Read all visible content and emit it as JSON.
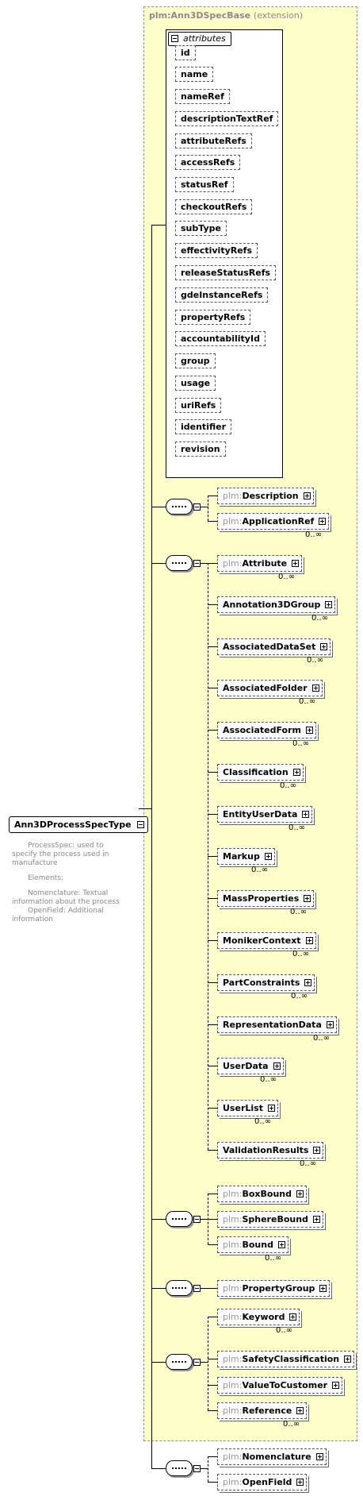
{
  "base": {
    "prefix": "plm:",
    "name": "Ann3DSpecBase",
    "suffix": "(extension)"
  },
  "attributes_label": "attributes",
  "attributes": [
    "id",
    "name",
    "nameRef",
    "descriptionTextRef",
    "attributeRefs",
    "accessRefs",
    "statusRef",
    "checkoutRefs",
    "subType",
    "effectivityRefs",
    "releaseStatusRefs",
    "gdeInstanceRefs",
    "propertyRefs",
    "accountabilityId",
    "group",
    "usage",
    "uriRefs",
    "identifier",
    "revision"
  ],
  "root": {
    "name": "Ann3DProcessSpecType"
  },
  "doc": {
    "processspec": "ProcessSpec: used to specify the process used in manufacture",
    "elements": "Elements:",
    "nomenclature": "Nomenclature: Textual information about the process",
    "openfield": "OpenField: Additional information"
  },
  "seq1": [
    {
      "prefix": "plm:",
      "name": "Description",
      "occ": ""
    },
    {
      "prefix": "plm:",
      "name": "ApplicationRef",
      "occ": "0..∞"
    }
  ],
  "seq2": [
    {
      "prefix": "plm:",
      "name": "Attribute",
      "occ": "0..∞"
    },
    {
      "prefix": "",
      "name": "Annotation3DGroup",
      "occ": "0..∞"
    },
    {
      "prefix": "",
      "name": "AssociatedDataSet",
      "occ": "0..∞"
    },
    {
      "prefix": "",
      "name": "AssociatedFolder",
      "occ": "0..∞"
    },
    {
      "prefix": "",
      "name": "AssociatedForm",
      "occ": "0..∞"
    },
    {
      "prefix": "",
      "name": "Classification",
      "occ": "0..∞"
    },
    {
      "prefix": "",
      "name": "EntityUserData",
      "occ": "0..∞"
    },
    {
      "prefix": "",
      "name": "Markup",
      "occ": "0..∞"
    },
    {
      "prefix": "",
      "name": "MassProperties",
      "occ": "0..∞"
    },
    {
      "prefix": "",
      "name": "MonikerContext",
      "occ": "0..∞"
    },
    {
      "prefix": "",
      "name": "PartConstraints",
      "occ": "0..∞"
    },
    {
      "prefix": "",
      "name": "RepresentationData",
      "occ": "0..∞"
    },
    {
      "prefix": "",
      "name": "UserData",
      "occ": "0..∞"
    },
    {
      "prefix": "",
      "name": "UserList",
      "occ": "0..∞"
    },
    {
      "prefix": "",
      "name": "ValidationResults",
      "occ": "0..∞"
    }
  ],
  "seq3": [
    {
      "prefix": "plm:",
      "name": "BoxBound",
      "occ": ""
    },
    {
      "prefix": "plm:",
      "name": "SphereBound",
      "occ": ""
    },
    {
      "prefix": "plm:",
      "name": "Bound",
      "occ": "0..∞"
    }
  ],
  "seq4": [
    {
      "prefix": "plm:",
      "name": "PropertyGroup",
      "occ": ""
    }
  ],
  "seq5": [
    {
      "prefix": "plm:",
      "name": "Keyword",
      "occ": "0..∞"
    },
    {
      "prefix": "plm:",
      "name": "SafetyClassification",
      "occ": ""
    },
    {
      "prefix": "plm:",
      "name": "ValueToCustomer",
      "occ": ""
    },
    {
      "prefix": "plm:",
      "name": "Reference",
      "occ": "0..∞"
    }
  ],
  "seq6": [
    {
      "prefix": "plm:",
      "name": "Nomenclature",
      "occ": ""
    },
    {
      "prefix": "plm:",
      "name": "OpenField",
      "occ": ""
    }
  ]
}
